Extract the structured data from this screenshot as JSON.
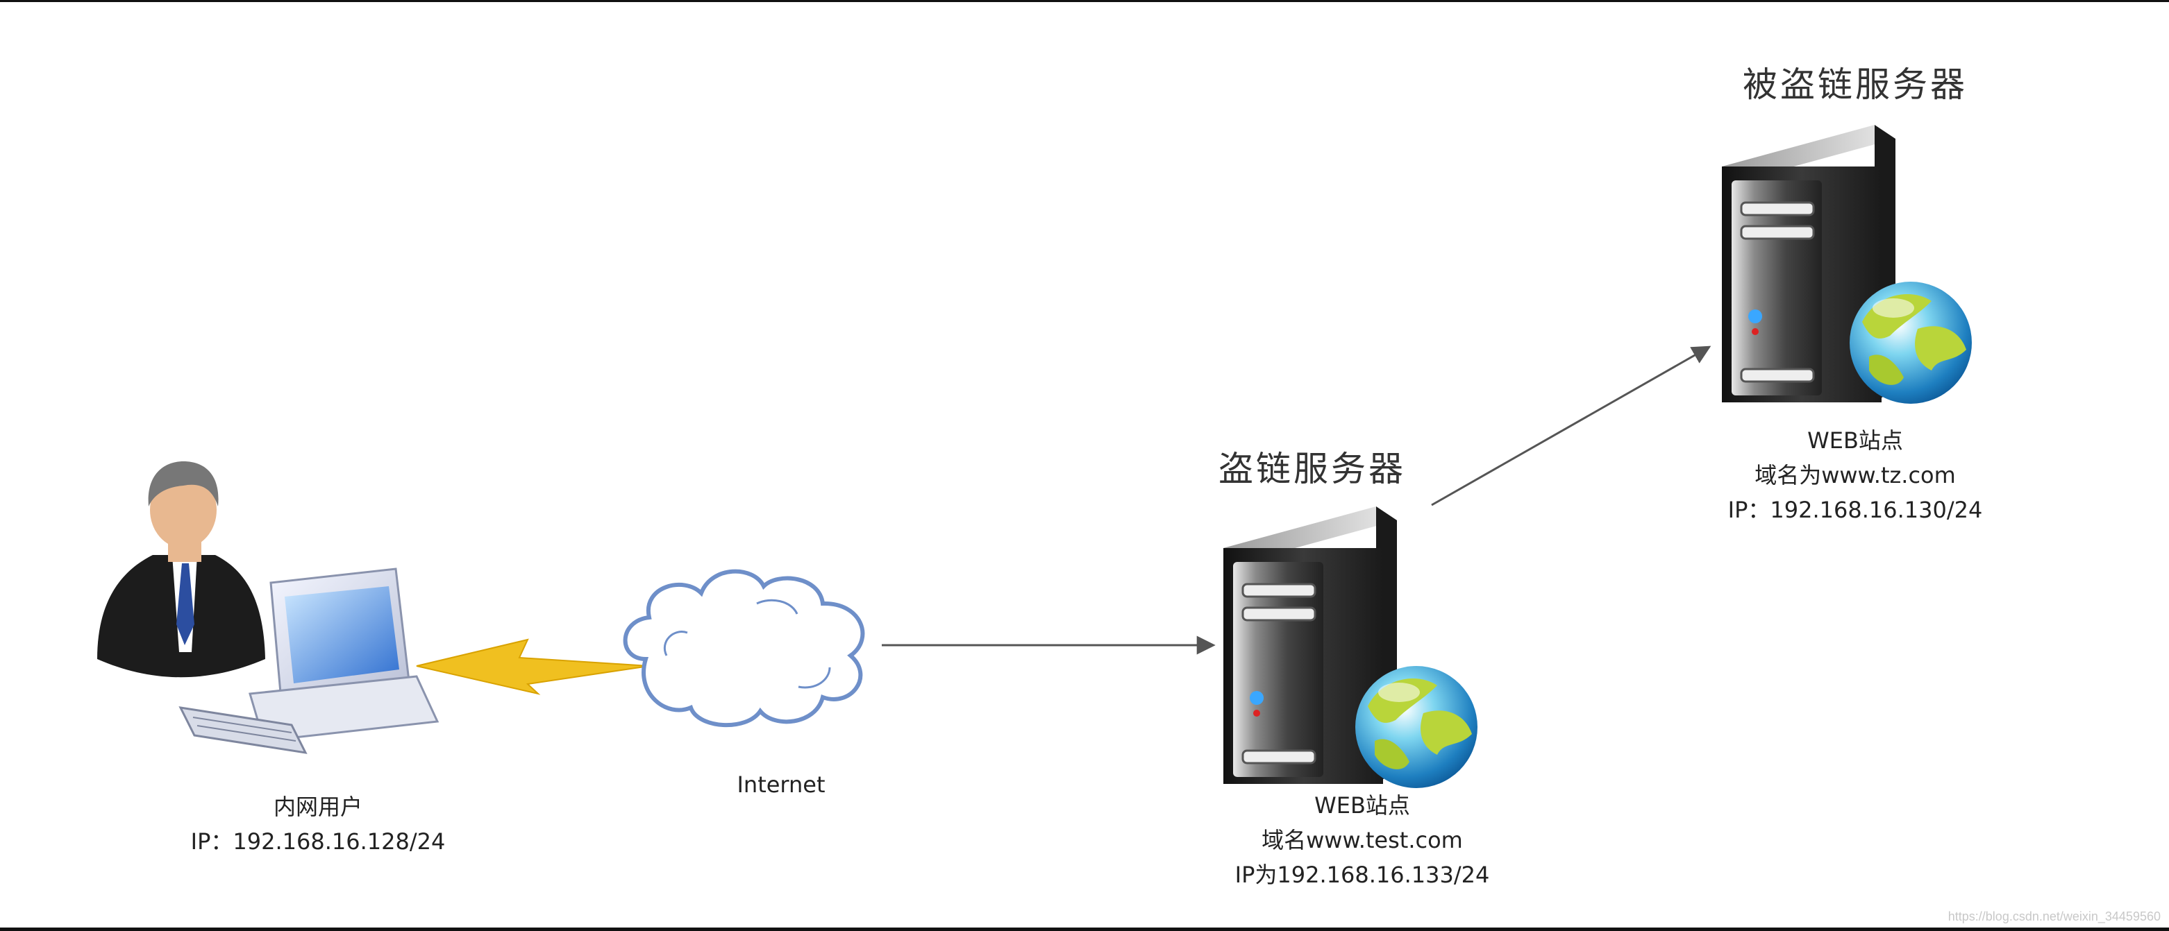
{
  "user": {
    "name": "内网用户",
    "ip": "IP：192.168.16.128/24"
  },
  "network": {
    "label": "Internet"
  },
  "leech_server": {
    "title": "盗链服务器",
    "site": "WEB站点",
    "domain": "域名www.test.com",
    "ip": "IP为192.168.16.133/24"
  },
  "victim_server": {
    "title": "被盗链服务器",
    "site": "WEB站点",
    "domain": "域名为www.tz.com",
    "ip": "IP：192.168.16.130/24"
  },
  "watermark": "https://blog.csdn.net/weixin_34459560",
  "colors": {
    "lightning": "#f0c020",
    "cloud_stroke": "#6e8fc9",
    "arrow": "#555555",
    "server_body": "#2a2a2a"
  },
  "icons": [
    "person-icon",
    "computer-icon",
    "lightning-icon",
    "cloud-icon",
    "server-icon",
    "globe-icon"
  ]
}
